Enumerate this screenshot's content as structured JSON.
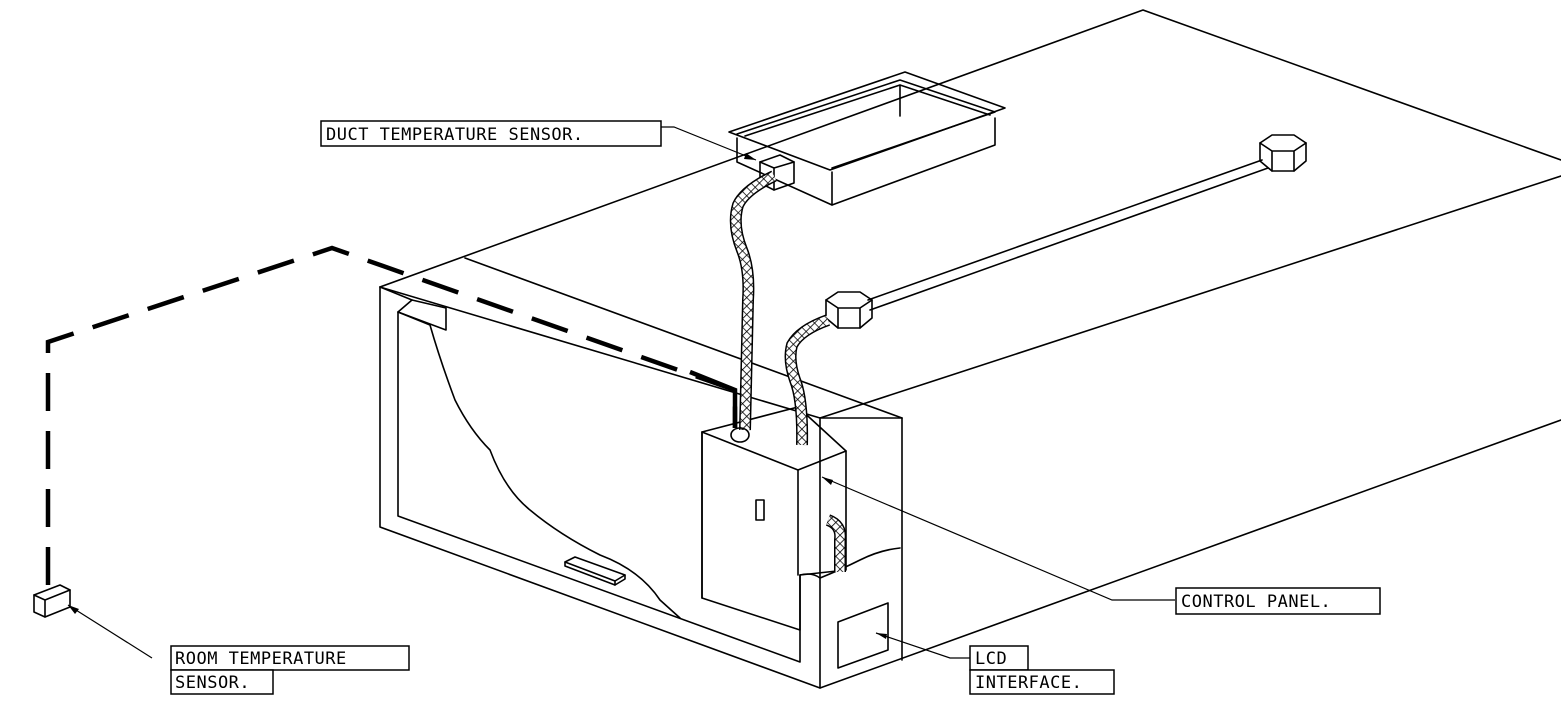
{
  "diagram": {
    "labels": {
      "duct_sensor": "DUCT TEMPERATURE SENSOR.",
      "room_sensor_line1": "ROOM TEMPERATURE",
      "room_sensor_line2": "SENSOR.",
      "control_panel": "CONTROL PANEL.",
      "lcd_line1": "LCD",
      "lcd_line2": "INTERFACE."
    }
  }
}
